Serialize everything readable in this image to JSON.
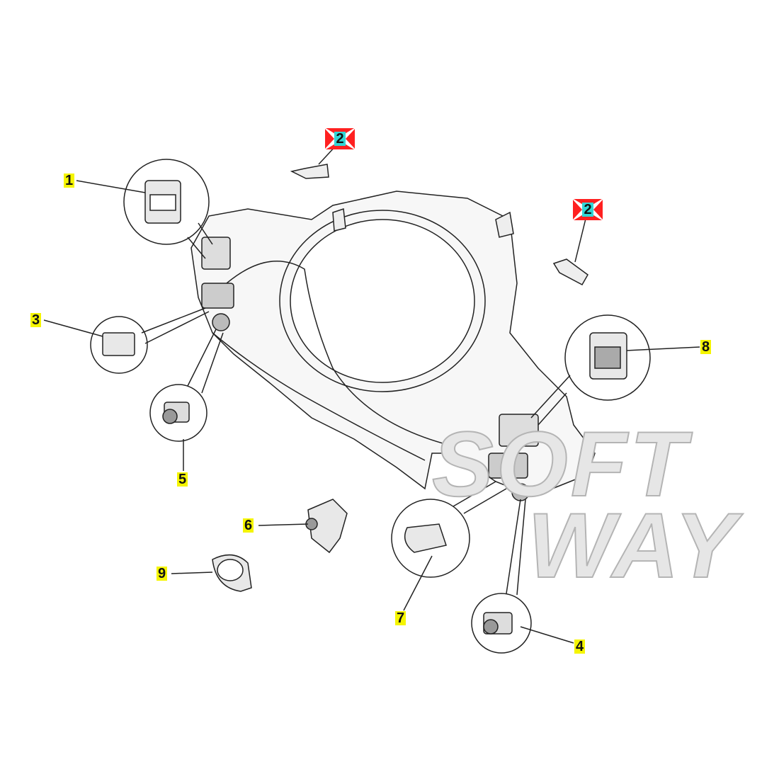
{
  "diagram": {
    "callouts": [
      {
        "id": "1",
        "label": "1"
      },
      {
        "id": "2a",
        "label": "2"
      },
      {
        "id": "2b",
        "label": "2"
      },
      {
        "id": "3",
        "label": "3"
      },
      {
        "id": "4",
        "label": "4"
      },
      {
        "id": "5",
        "label": "5"
      },
      {
        "id": "6",
        "label": "6"
      },
      {
        "id": "7",
        "label": "7"
      },
      {
        "id": "8",
        "label": "8"
      },
      {
        "id": "9",
        "label": "9"
      }
    ],
    "watermark": {
      "line1": "SOFT",
      "line2": "WAY"
    },
    "colors": {
      "label_bg": "#f5f500",
      "marker_bg": "#33d6d6",
      "marker_arrows": "#ff2020",
      "line": "#222222",
      "watermark": "#c8c8c8"
    }
  }
}
